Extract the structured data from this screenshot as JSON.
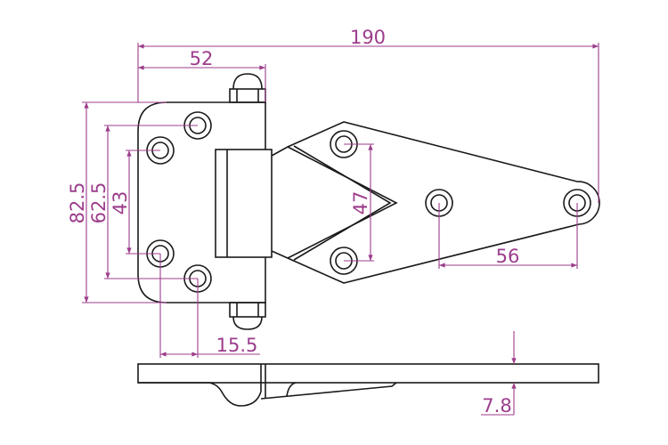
{
  "drawing": {
    "title": "Hinge technical drawing",
    "colors": {
      "outline": "#1a1a1a",
      "dimension": "#9c3d8c"
    },
    "dimensions": {
      "overall_length": "190",
      "leaf_width": "52",
      "plate_height": "82.5",
      "outer_hole_spacing": "62.5",
      "inner_hole_spacing": "43",
      "right_leaf_hole_spacing": "47",
      "end_hole_spacing": "56",
      "hole_offset": "15.5",
      "thickness": "7.8"
    }
  }
}
